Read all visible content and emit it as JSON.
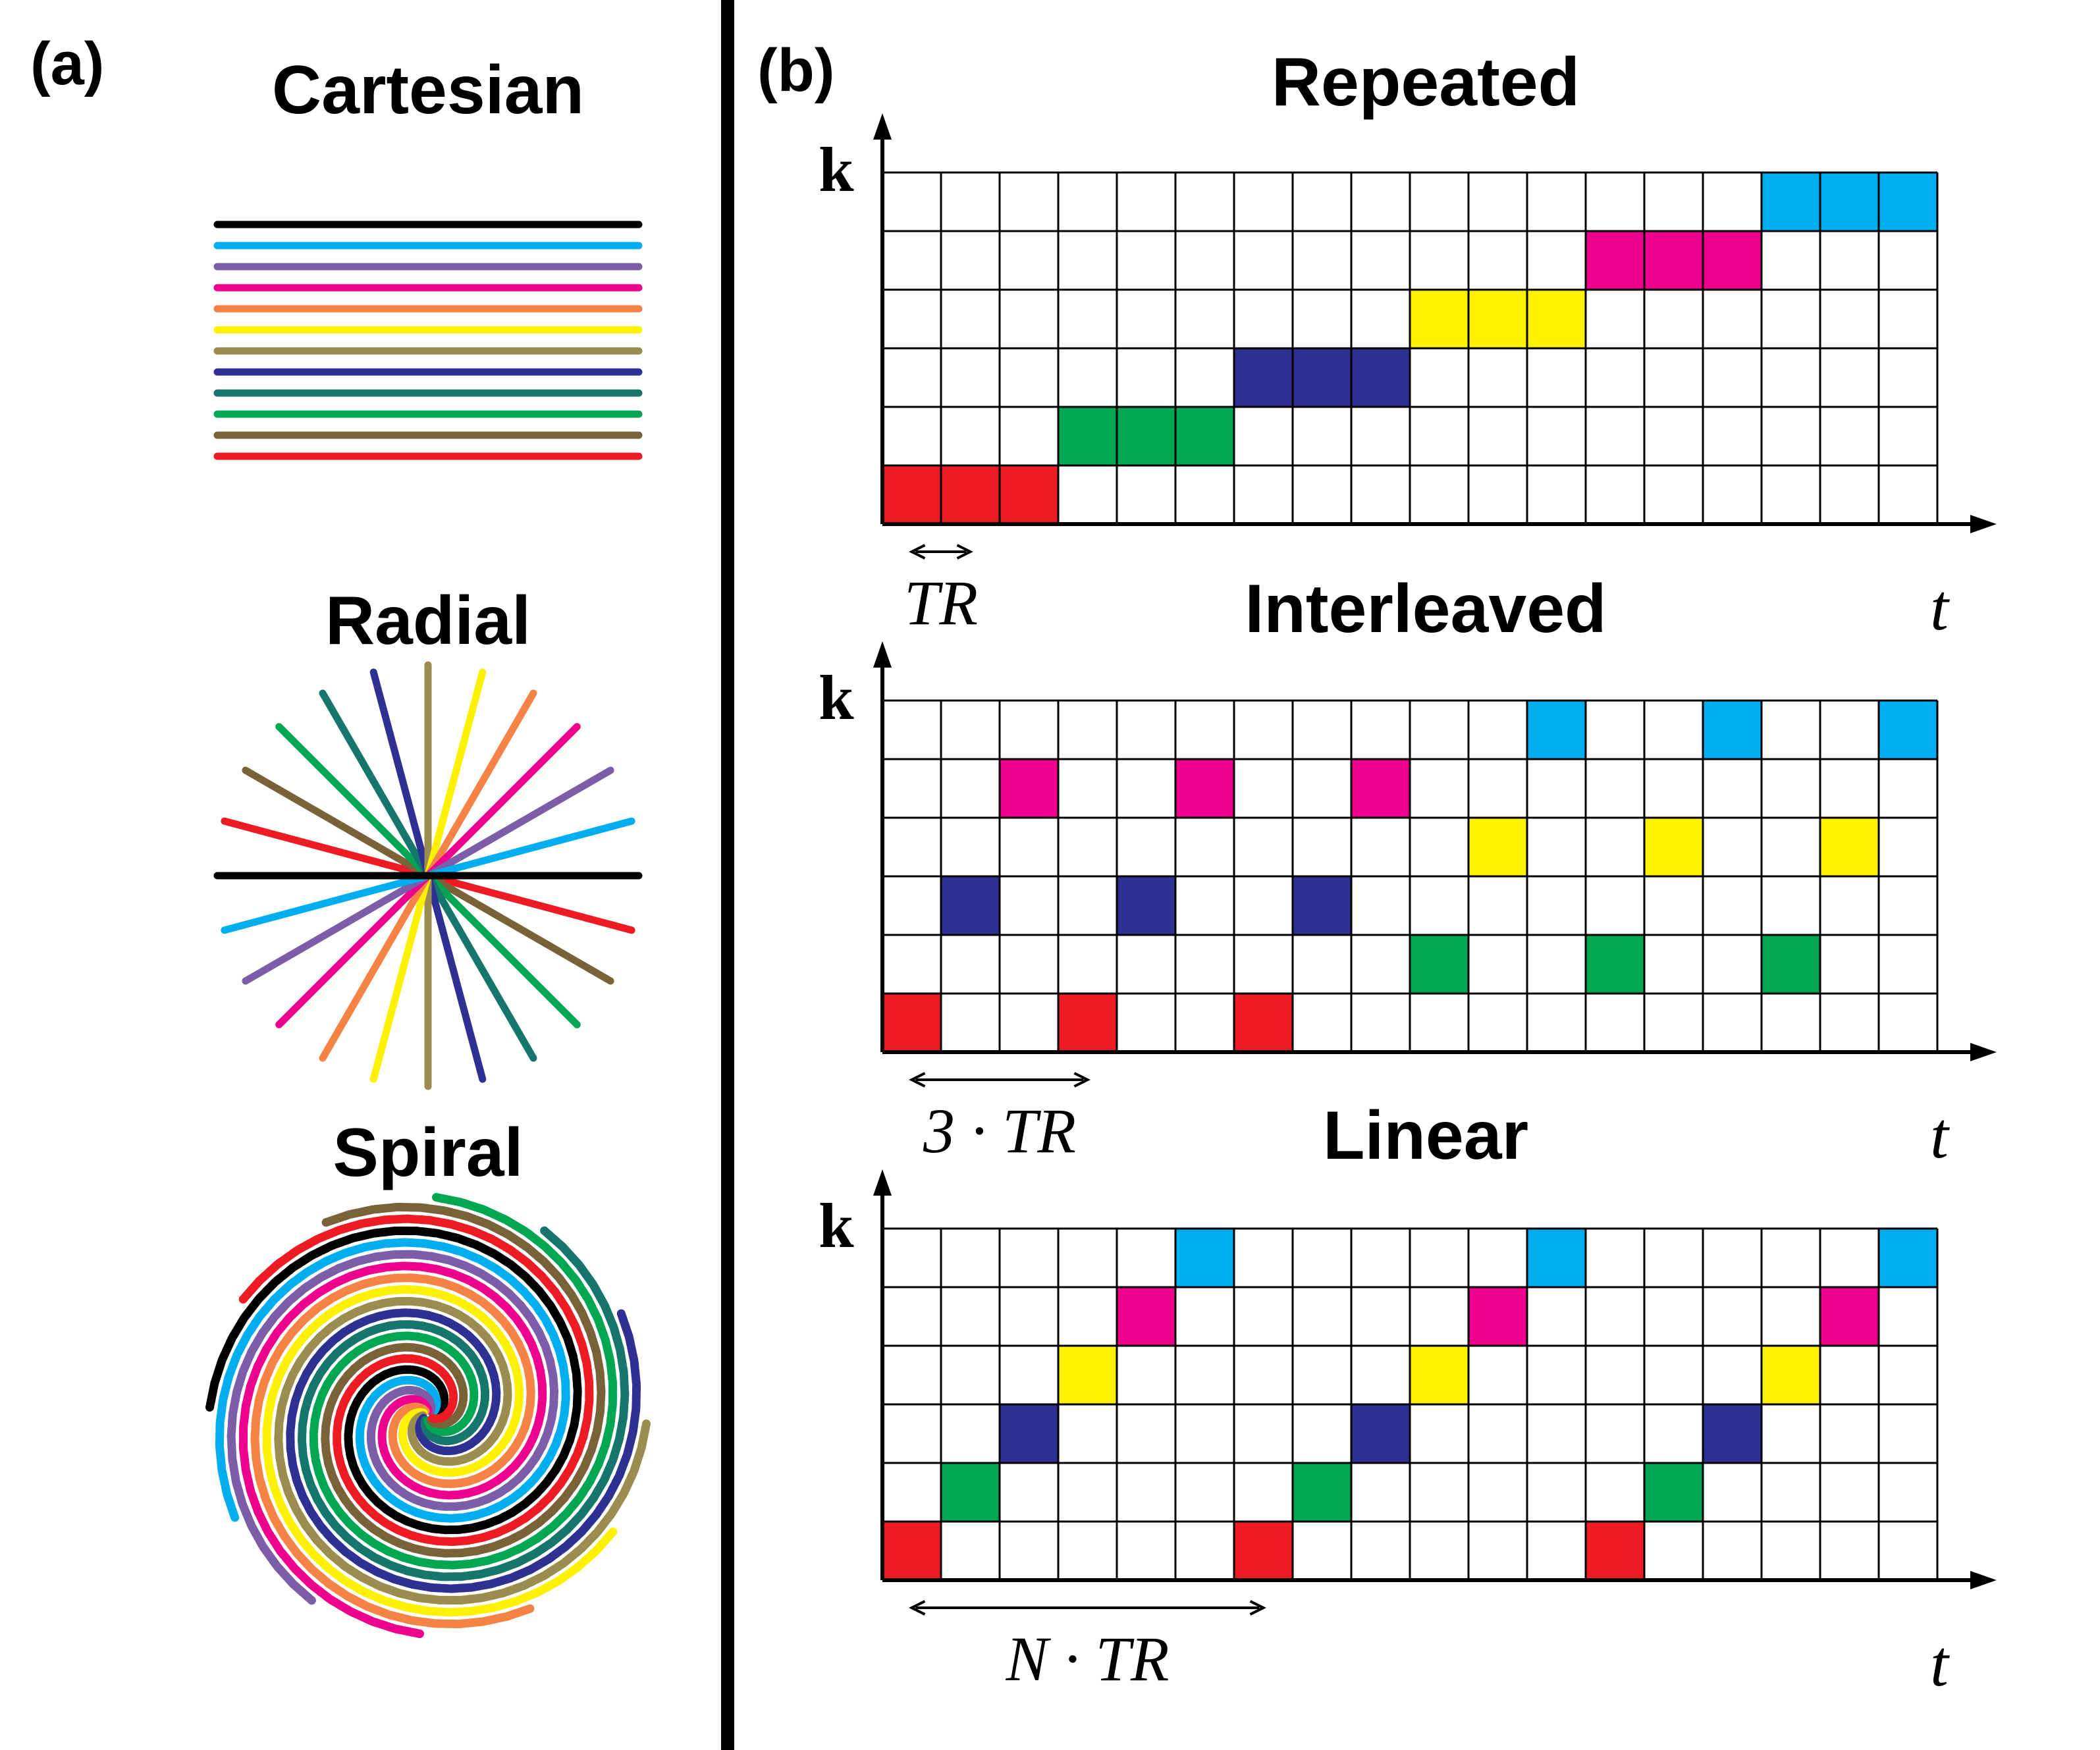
{
  "panel_a": {
    "label": "(a)",
    "cartesian": {
      "title": "Cartesian"
    },
    "radial": {
      "title": "Radial"
    },
    "spiral": {
      "title": "Spiral"
    }
  },
  "panel_b": {
    "label": "(b)",
    "k_label": "k",
    "t_label": "t",
    "grids": [
      {
        "title": "Repeated",
        "pattern": "repeated",
        "spacing_label": "TR"
      },
      {
        "title": "Interleaved",
        "pattern": "interleaved",
        "spacing_label": "3 · TR"
      },
      {
        "title": "Linear",
        "pattern": "linear",
        "spacing_label": "N · TR"
      }
    ],
    "grid_columns": 18,
    "grid_rows": 6
  },
  "colors": {
    "black": "#000000",
    "blue": "#00aeef",
    "purple": "#7b5ea7",
    "magenta": "#ec008c",
    "orange": "#f58345",
    "yellow": "#fff200",
    "olive": "#9a8d4f",
    "navy": "#2e3192",
    "teal": "#17766c",
    "green": "#00a651",
    "brown": "#7a6238",
    "red": "#ed1c24"
  },
  "cartesian_line_colors": [
    "black",
    "blue",
    "purple",
    "magenta",
    "orange",
    "yellow",
    "olive",
    "navy",
    "teal",
    "green",
    "brown",
    "red"
  ],
  "grid_row_colors": [
    "red",
    "green",
    "navy",
    "yellow",
    "magenta",
    "blue"
  ]
}
